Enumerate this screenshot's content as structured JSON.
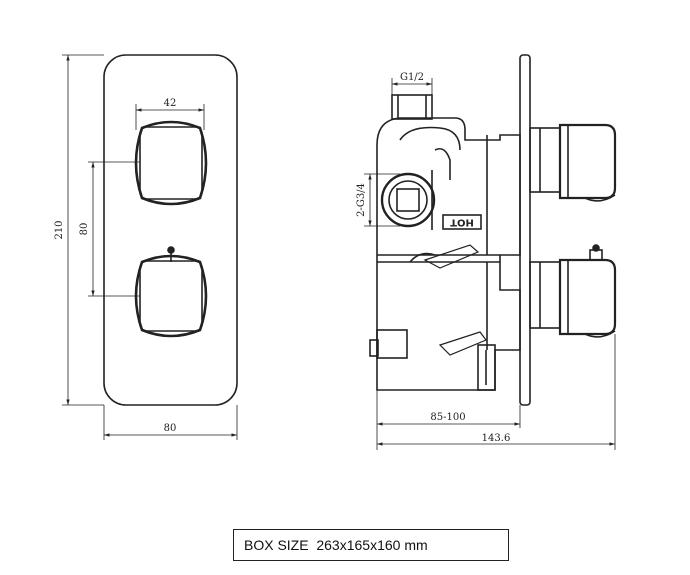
{
  "front_view": {
    "dims": {
      "knob_width": "42",
      "knob_spacing": "80",
      "height": "210",
      "width": "80"
    }
  },
  "side_view": {
    "dims": {
      "inlet": "G1/2",
      "outlets": "2-G3/4",
      "depth_range": "85-100",
      "total_depth": "143.6"
    },
    "labels": {
      "hot": "HOT"
    }
  },
  "box_size": "BOX SIZE  263x165x160 mm"
}
